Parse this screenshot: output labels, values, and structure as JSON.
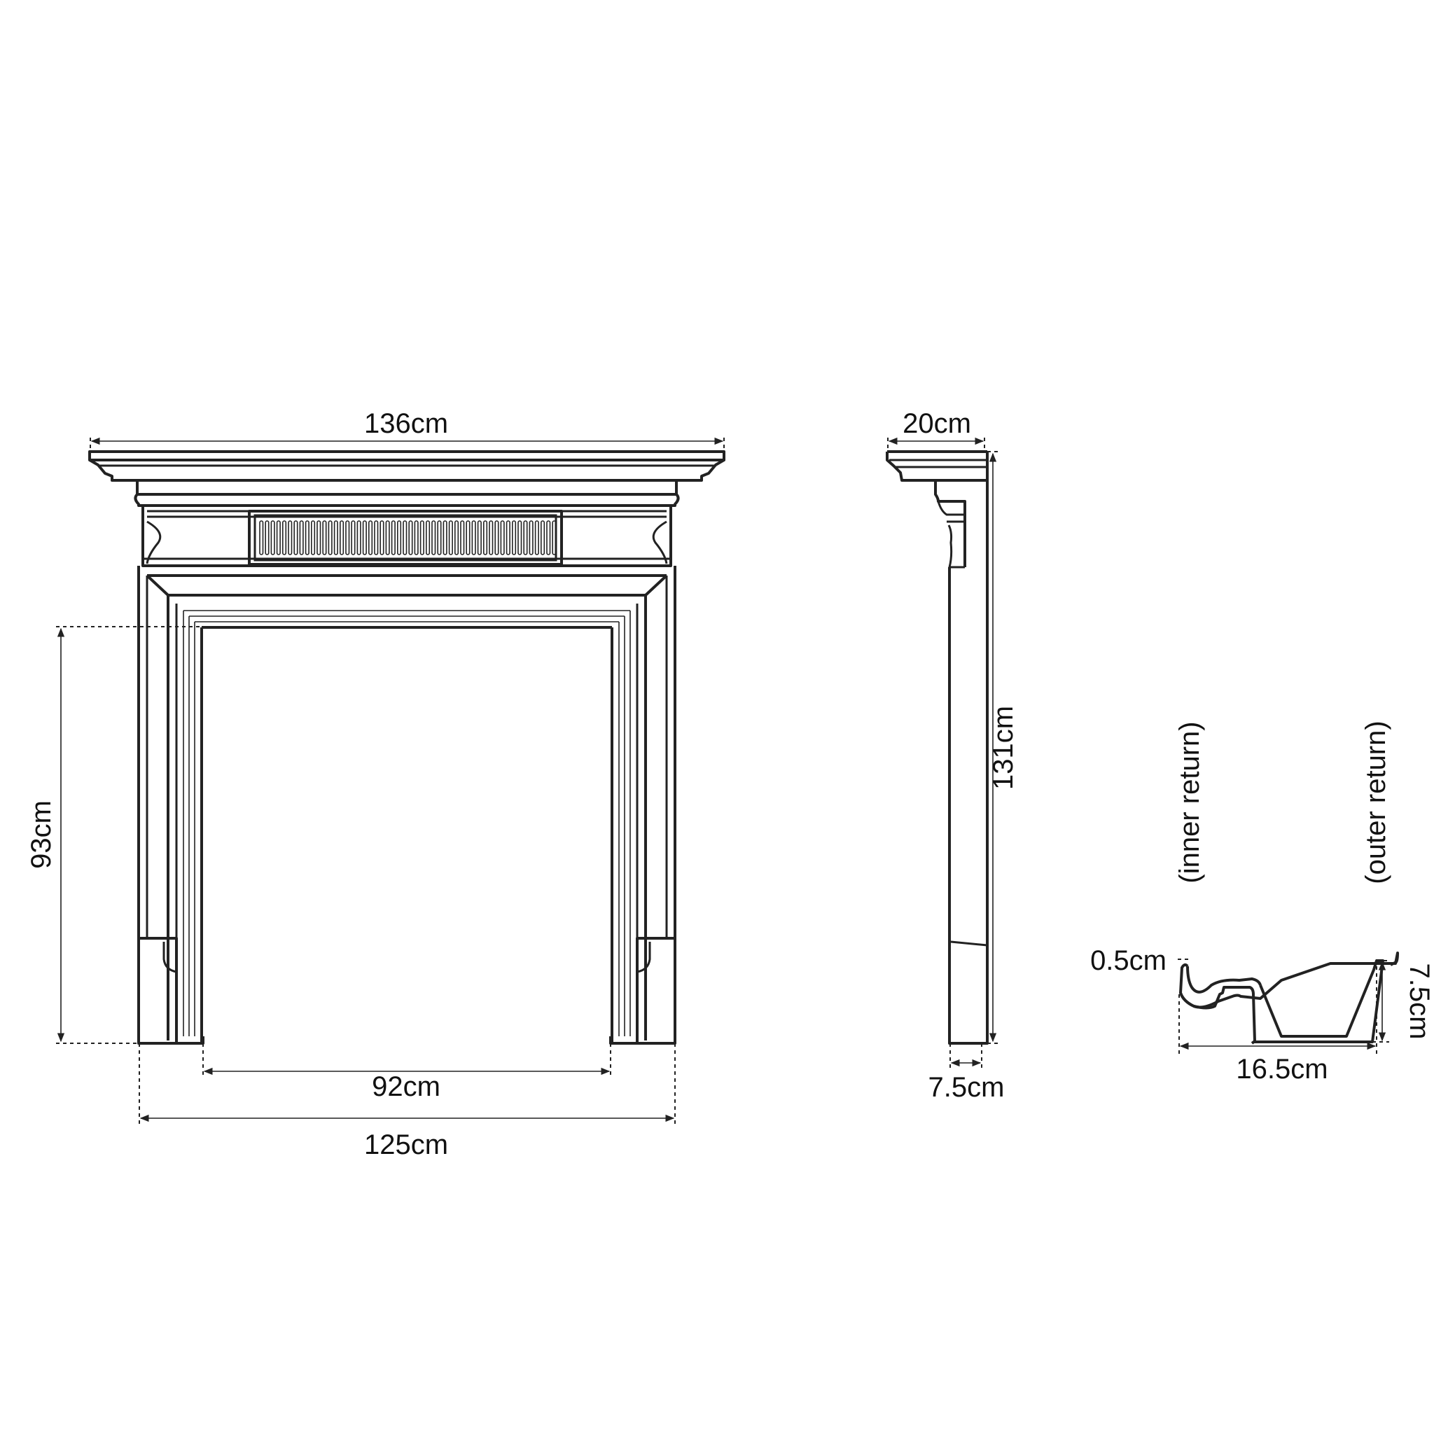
{
  "diagram": {
    "subject": "Fireplace surround technical drawing",
    "front_view": {
      "overall_width": "136cm",
      "opening_height": "93cm",
      "opening_width": "92cm",
      "base_width": "125cm"
    },
    "side_view": {
      "shelf_depth": "20cm",
      "overall_height": "131cm",
      "leg_depth": "7.5cm"
    },
    "profile_section": {
      "inner_label": "(inner return)",
      "outer_label": "(outer return)",
      "lip": "0.5cm",
      "width": "16.5cm",
      "depth": "7.5cm"
    }
  }
}
